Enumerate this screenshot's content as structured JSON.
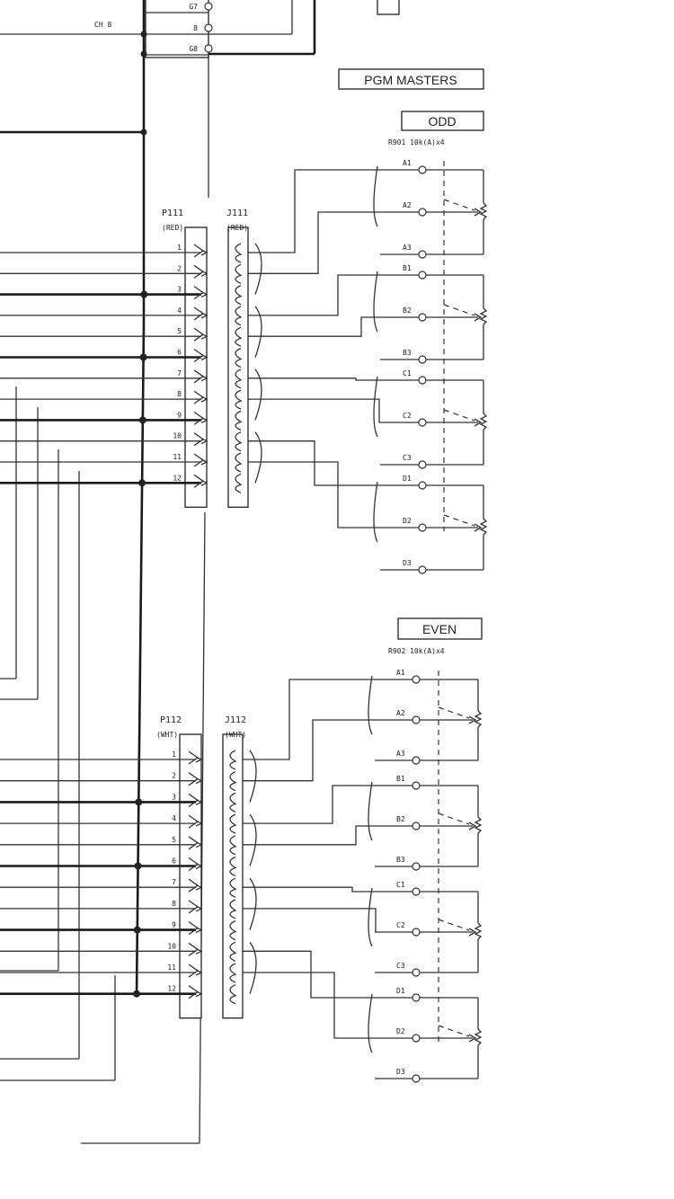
{
  "top": {
    "ch8_label": "CH 8",
    "pins": [
      "G7",
      "8",
      "G8"
    ]
  },
  "pgm_masters_label": "PGM MASTERS",
  "odd": {
    "title": "ODD",
    "resistor_label": "R901 10k(A)x4",
    "plug_label": "P111",
    "plug_color": "(RED)",
    "jack_label": "J111",
    "jack_color": "(RED)",
    "pins": [
      "1",
      "2",
      "3",
      "4",
      "5",
      "6",
      "7",
      "8",
      "9",
      "10",
      "11",
      "12"
    ],
    "sections": [
      {
        "terms": [
          "A1",
          "A2",
          "A3"
        ]
      },
      {
        "terms": [
          "B1",
          "B2",
          "B3"
        ]
      },
      {
        "terms": [
          "C1",
          "C2",
          "C3"
        ]
      },
      {
        "terms": [
          "D1",
          "D2",
          "D3"
        ]
      }
    ]
  },
  "even": {
    "title": "EVEN",
    "resistor_label": "R902 10k(A)x4",
    "plug_label": "P112",
    "plug_color": "(WHT)",
    "jack_label": "J112",
    "jack_color": "(WHT)",
    "pins": [
      "1",
      "2",
      "3",
      "4",
      "5",
      "6",
      "7",
      "8",
      "9",
      "10",
      "11",
      "12"
    ],
    "sections": [
      {
        "terms": [
          "A1",
          "A2",
          "A3"
        ]
      },
      {
        "terms": [
          "B1",
          "B2",
          "B3"
        ]
      },
      {
        "terms": [
          "C1",
          "C2",
          "C3"
        ]
      },
      {
        "terms": [
          "D1",
          "D2",
          "D3"
        ]
      }
    ]
  }
}
